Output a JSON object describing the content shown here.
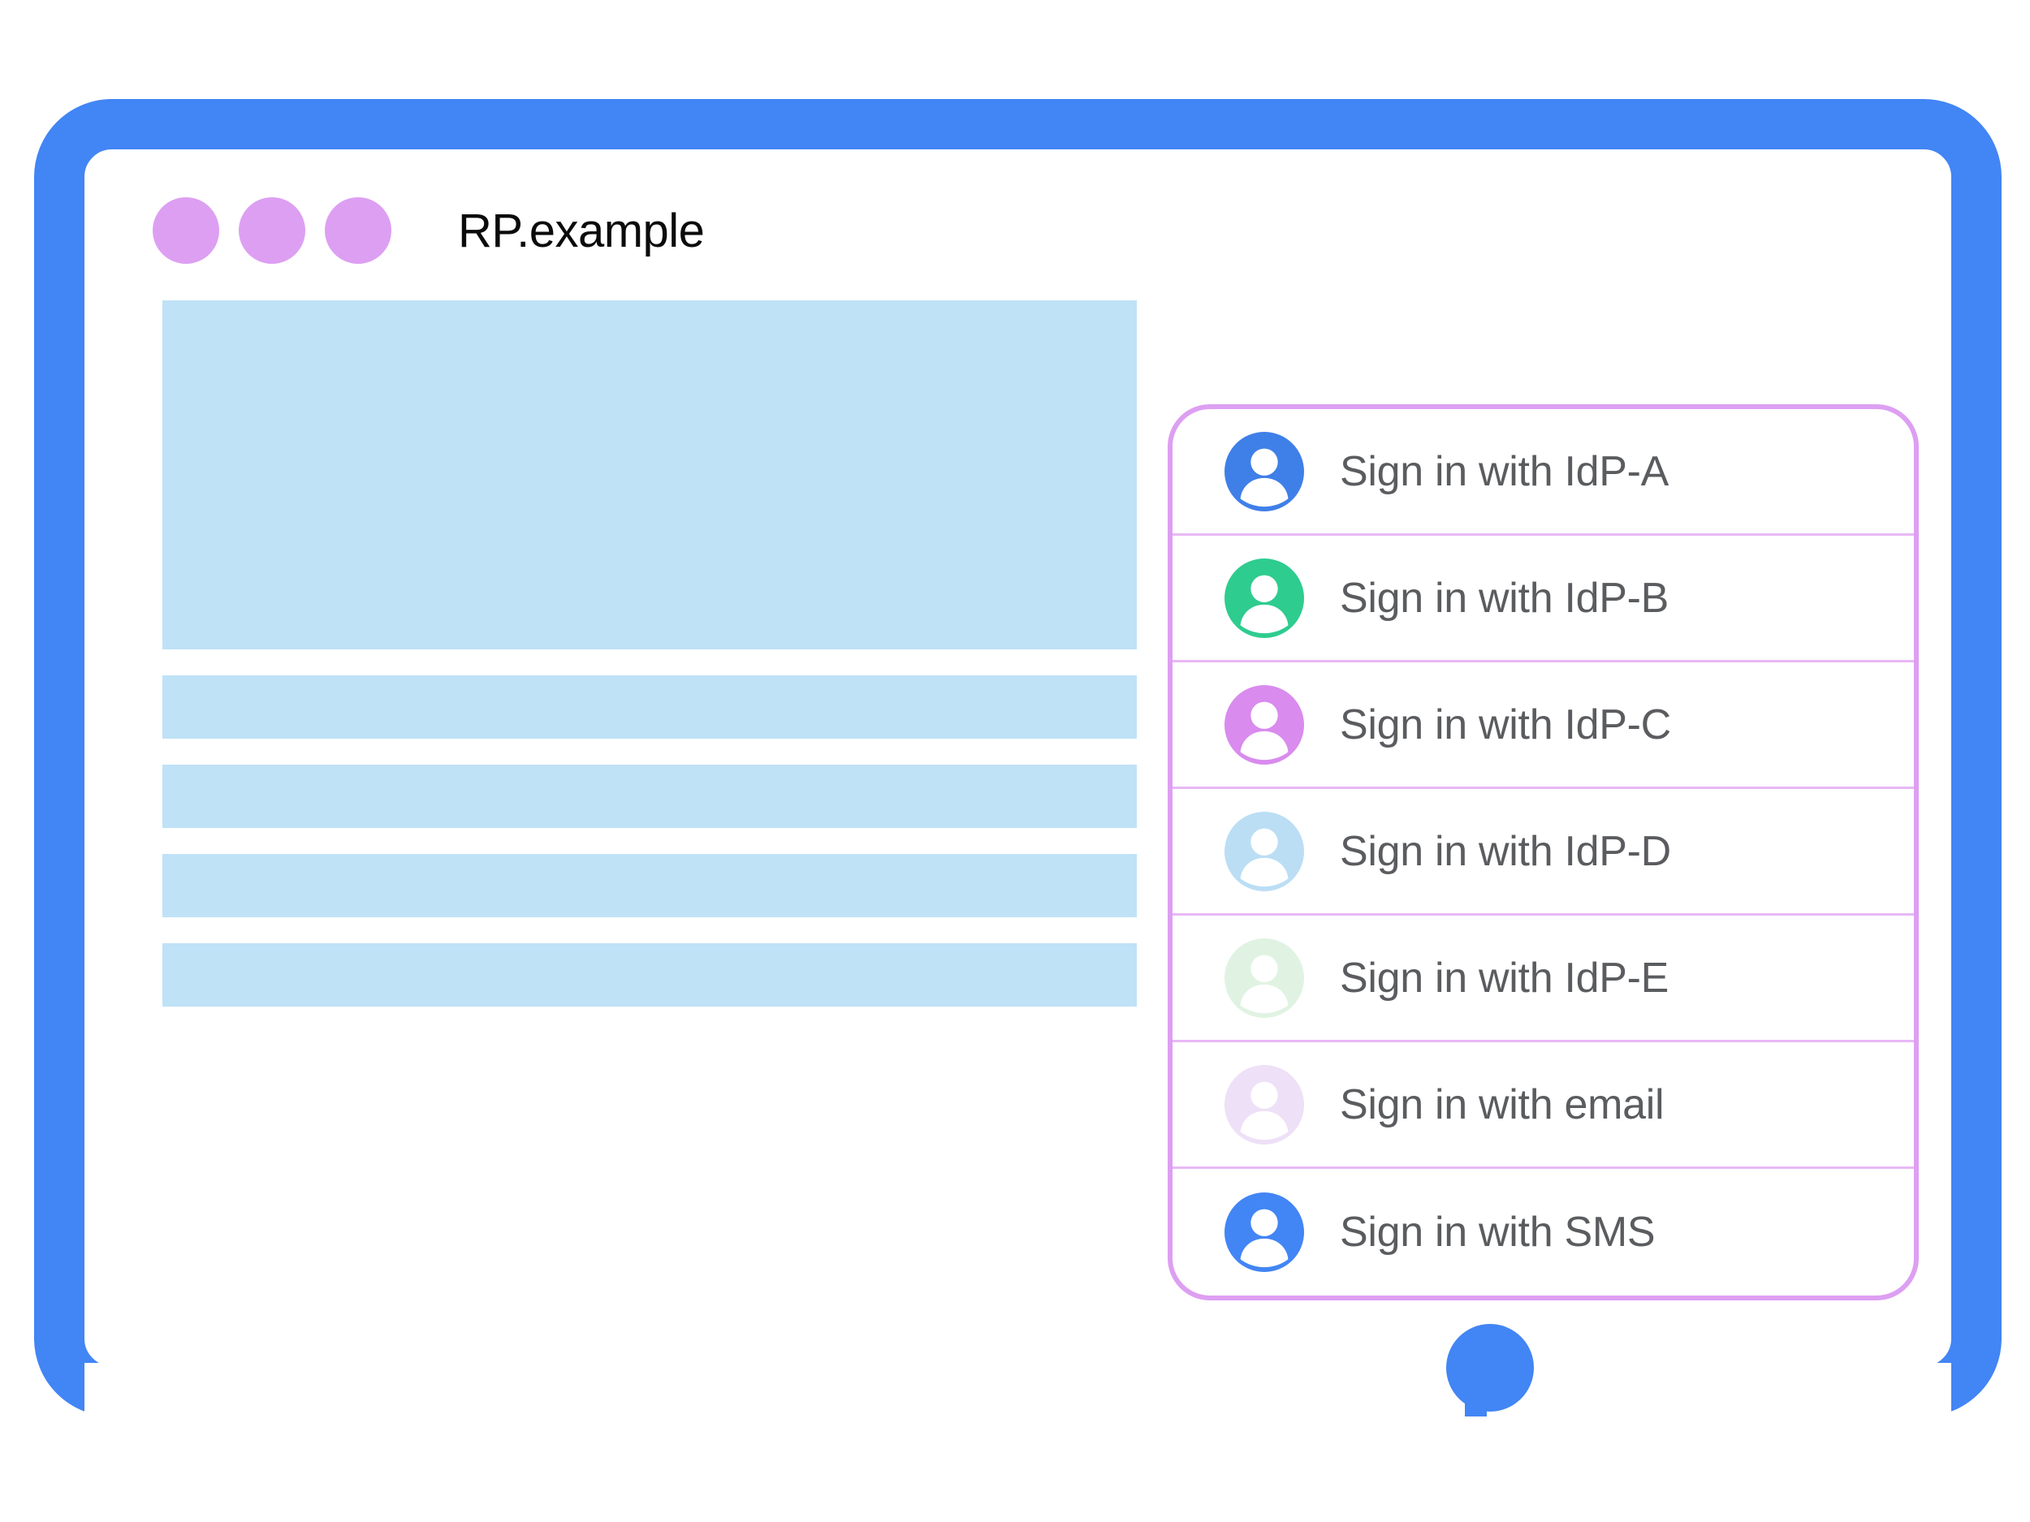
{
  "window": {
    "title": "RP.example",
    "dots": [
      "window-dot-1",
      "window-dot-2",
      "window-dot-3"
    ],
    "dot_color": "#DD9FF2",
    "frame_color": "#4285F4",
    "home_button": "home-button"
  },
  "content": {
    "skeleton_blocks": [
      {
        "name": "hero-placeholder",
        "kind": "hero"
      },
      {
        "name": "line-placeholder-1",
        "kind": "bar"
      },
      {
        "name": "line-placeholder-2",
        "kind": "bar"
      },
      {
        "name": "line-placeholder-3",
        "kind": "bar"
      },
      {
        "name": "line-placeholder-4",
        "kind": "bar"
      }
    ],
    "skeleton_color": "#BFE2F7"
  },
  "idp_chooser": {
    "border_color": "#DD9FF2",
    "separator_color": "#E8B8F5",
    "label_color": "#5A5C5F",
    "items": [
      {
        "label": "Sign in with IdP-A",
        "avatar_color": "#3F7FE8",
        "avatar_name": "avatar-idp-a"
      },
      {
        "label": "Sign in with IdP-B",
        "avatar_color": "#2ECC8F",
        "avatar_name": "avatar-idp-b"
      },
      {
        "label": "Sign in with IdP-C",
        "avatar_color": "#D98BEE",
        "avatar_name": "avatar-idp-c"
      },
      {
        "label": "Sign in with IdP-D",
        "avatar_color": "#BBDEF5",
        "avatar_name": "avatar-idp-d"
      },
      {
        "label": "Sign in with IdP-E",
        "avatar_color": "#E0F3E2",
        "avatar_name": "avatar-idp-e"
      },
      {
        "label": "Sign in with email",
        "avatar_color": "#EDE0F7",
        "avatar_name": "avatar-email"
      },
      {
        "label": "Sign in with SMS",
        "avatar_color": "#4285F4",
        "avatar_name": "avatar-sms"
      }
    ]
  }
}
